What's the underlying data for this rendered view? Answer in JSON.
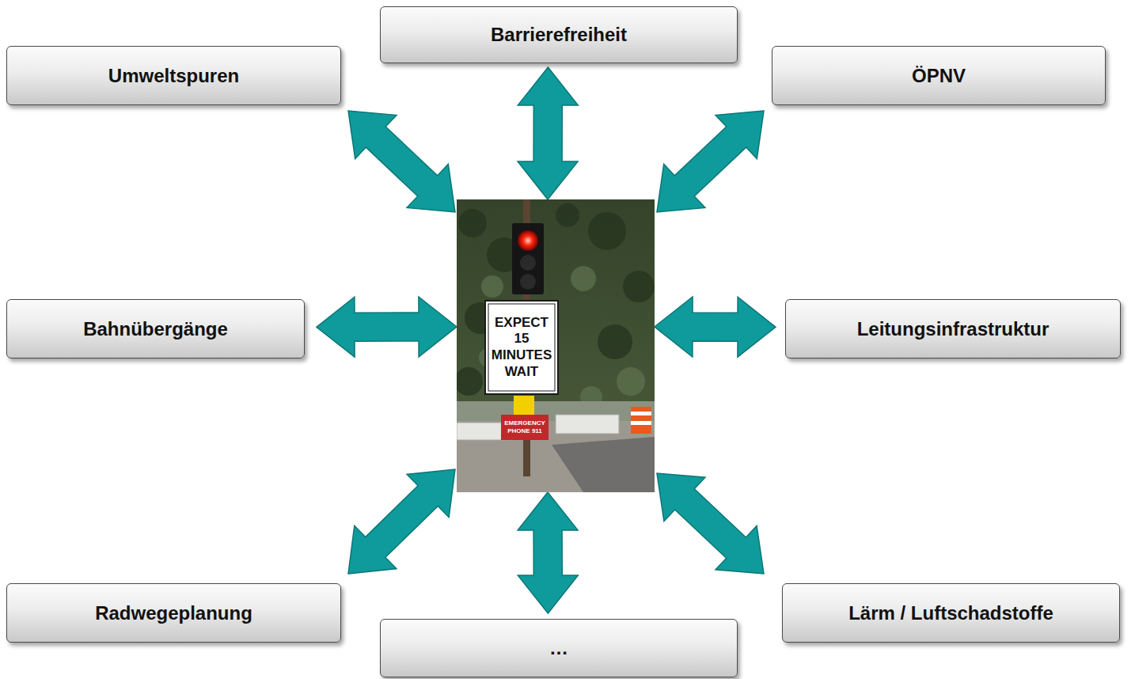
{
  "diagram": {
    "nodes": [
      {
        "text": [
          "Umweltspuren"
        ]
      },
      {
        "text": [
          "Barrierefreiheit"
        ]
      },
      {
        "text": [
          "ÖPNV"
        ]
      },
      {
        "text": [
          "Bahnübergänge"
        ]
      },
      {
        "text": [
          "EXPECT 15 MINUTES WAIT",
          "EMERGENCY PHONE 911"
        ]
      },
      {
        "text": [
          "Leitungsinfrastruktur"
        ]
      },
      {
        "text": [
          "Radwegeplanung"
        ]
      },
      {
        "text": [
          "…"
        ]
      },
      {
        "text": [
          "Lärm / Luftschadstoffe"
        ]
      }
    ],
    "edges": [
      {
        "from": 0,
        "to": 4,
        "arrow": "both"
      },
      {
        "from": 1,
        "to": 4,
        "arrow": "both"
      },
      {
        "from": 2,
        "to": 4,
        "arrow": "both"
      },
      {
        "from": 3,
        "to": 4,
        "arrow": "both"
      },
      {
        "from": 5,
        "to": 4,
        "arrow": "both"
      },
      {
        "from": 6,
        "to": 4,
        "arrow": "both"
      },
      {
        "from": 7,
        "to": 4,
        "arrow": "both"
      },
      {
        "from": 8,
        "to": 4,
        "arrow": "both"
      }
    ]
  }
}
